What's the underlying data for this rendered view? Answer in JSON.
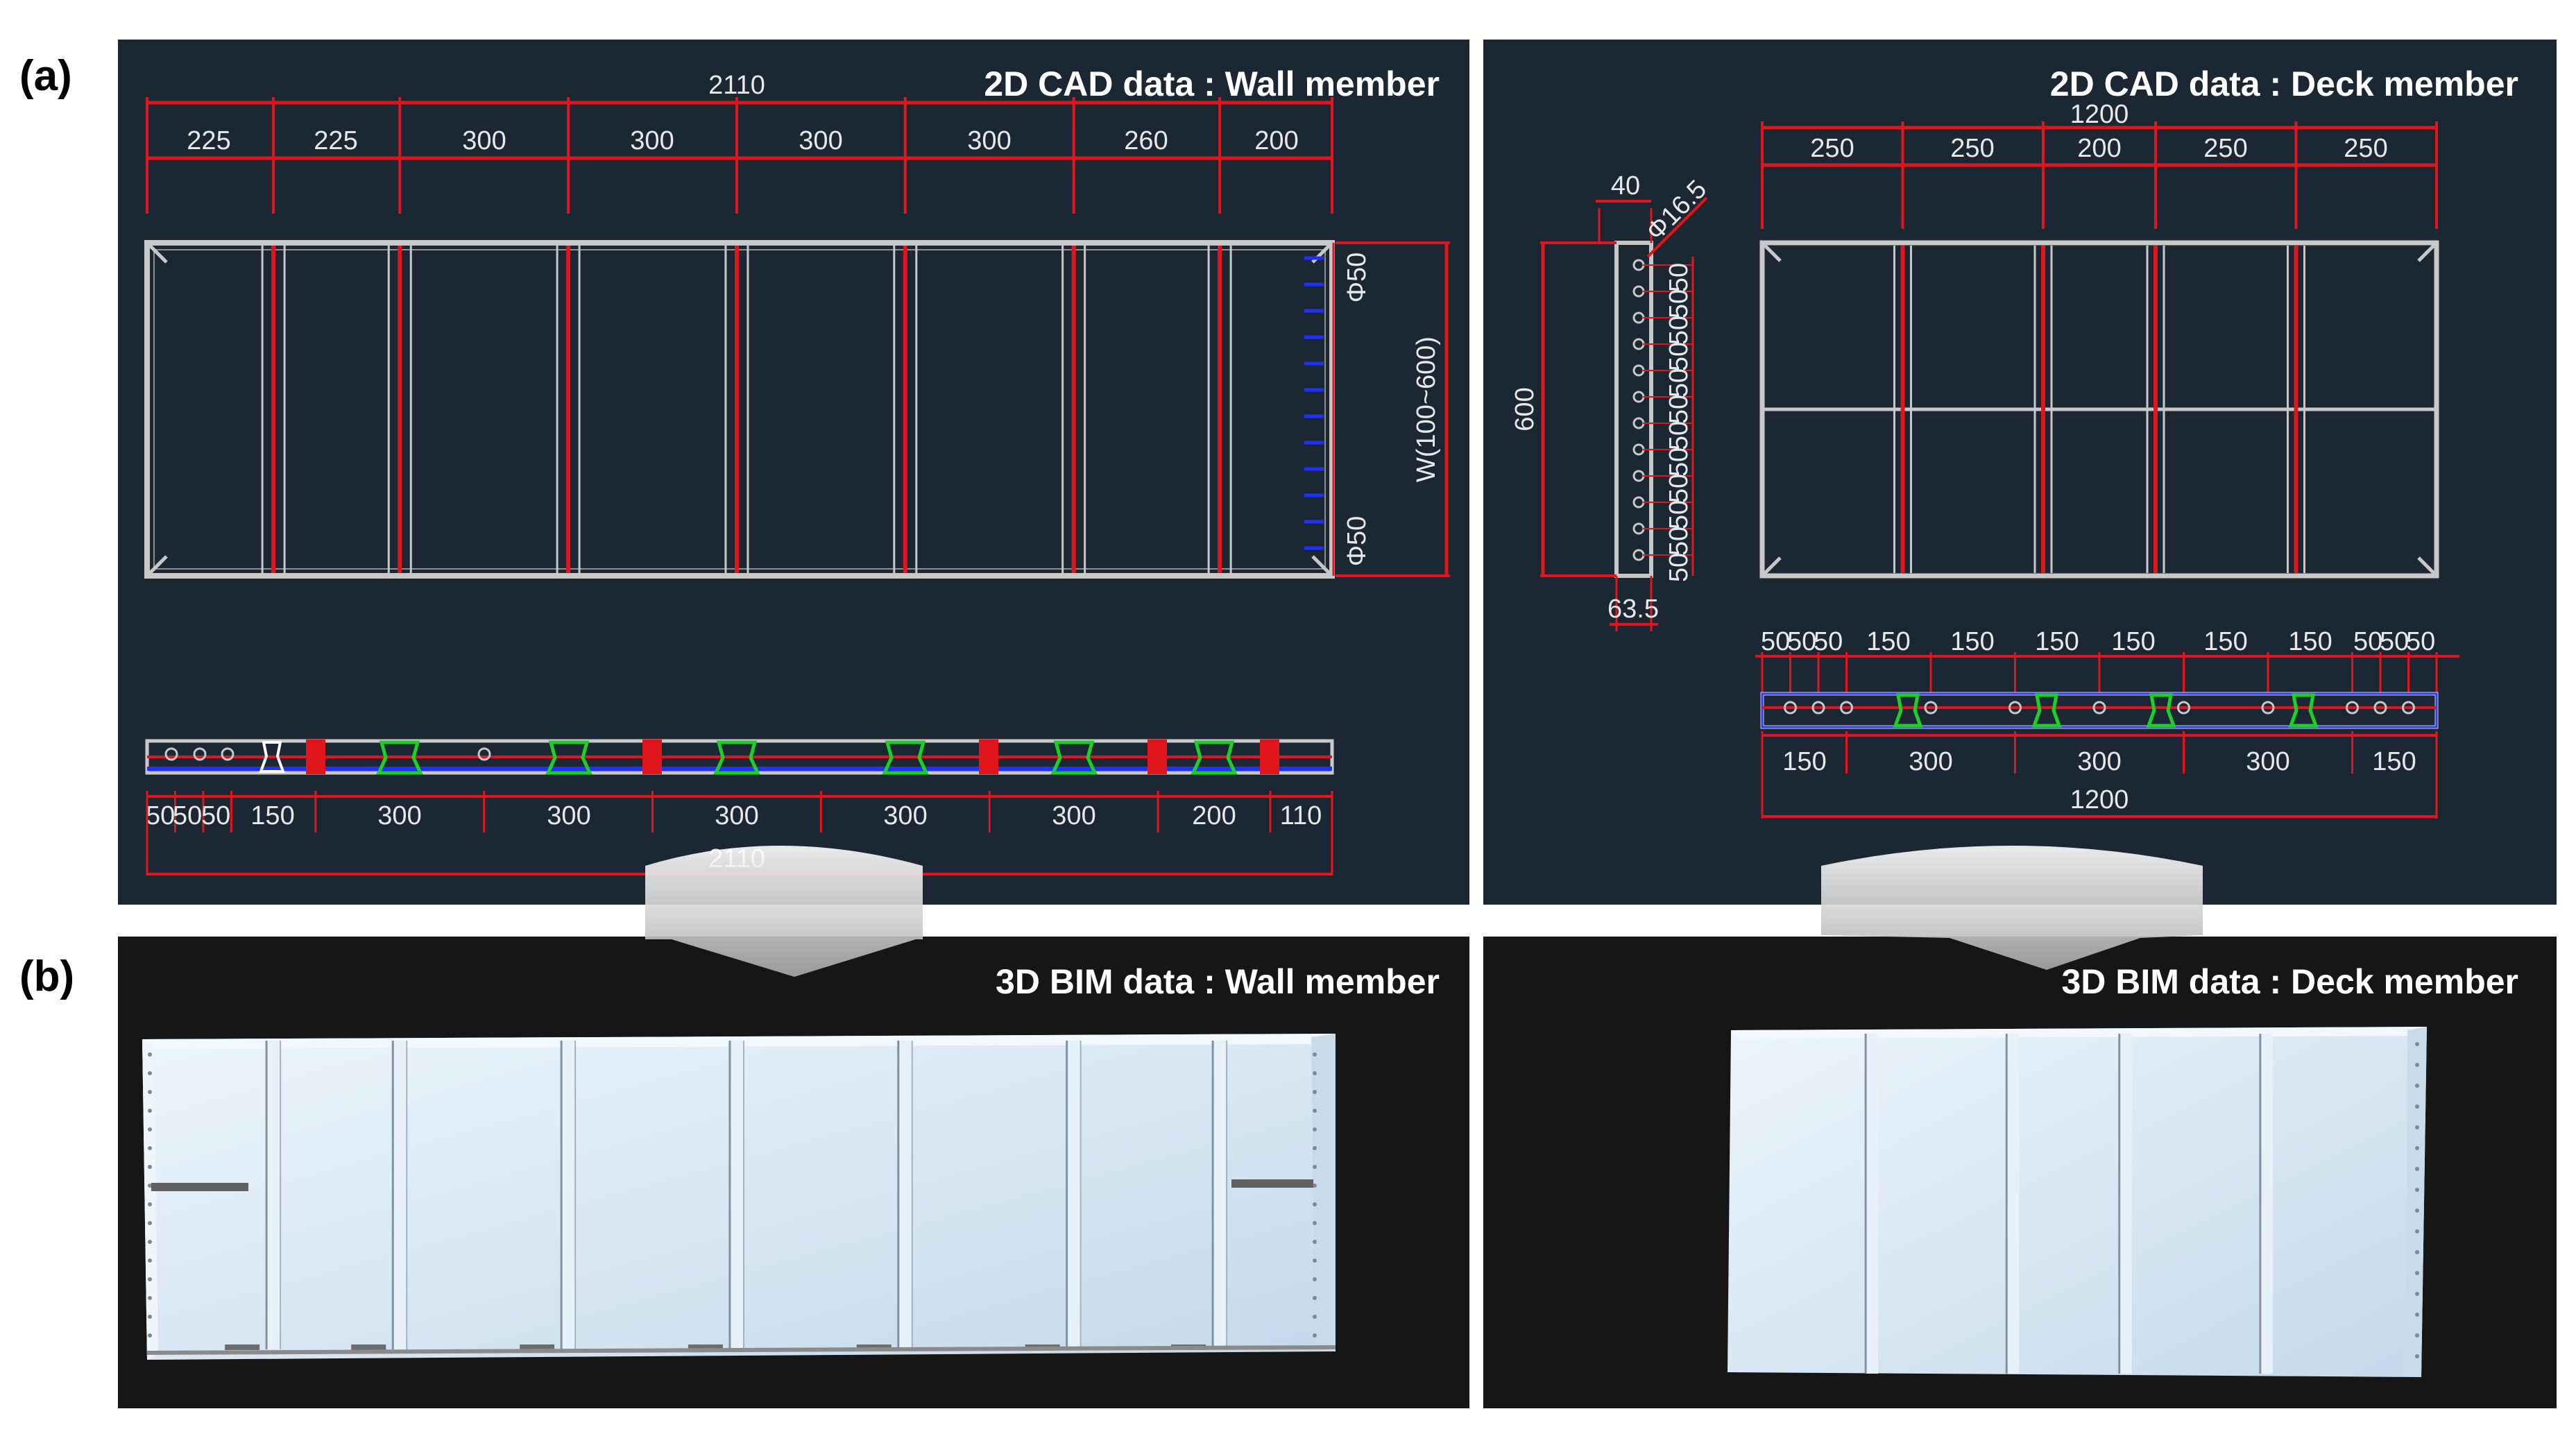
{
  "figure": {
    "label_a": "(a)",
    "label_b": "(b)"
  },
  "wall_cad": {
    "title": "2D CAD data : Wall member",
    "total_top": "2110",
    "top_dims": [
      "225",
      "225",
      "300",
      "300",
      "300",
      "300",
      "260",
      "200"
    ],
    "end_top": "Φ50",
    "end_bottom": "Φ50",
    "width_label": "W(100~600)",
    "bottom_dims": [
      "50",
      "50",
      "50",
      "150",
      "300",
      "300",
      "300",
      "300",
      "300",
      "200",
      "110"
    ],
    "total_bottom": "2110"
  },
  "deck_cad": {
    "title": "2D CAD data : Deck member",
    "total_top": "1200",
    "top_dims": [
      "250",
      "250",
      "200",
      "250",
      "250"
    ],
    "side_width": "40",
    "side_diameter": "Φ16.5",
    "side_height": "600",
    "side_bottom": "63.5",
    "side_pitch": [
      "50",
      "50",
      "50",
      "50",
      "50",
      "50",
      "50",
      "50",
      "50",
      "50",
      "50",
      "50"
    ],
    "hole_dims": [
      "50",
      "50",
      "50",
      "150",
      "150",
      "150",
      "150",
      "150",
      "150",
      "50",
      "50",
      "50"
    ],
    "bottom_dims": [
      "150",
      "300",
      "300",
      "300",
      "150"
    ],
    "total_bottom": "1200"
  },
  "wall_bim": {
    "title": "3D BIM data : Wall member"
  },
  "deck_bim": {
    "title": "3D BIM data : Deck member"
  },
  "colors": {
    "cad_background": "#1b2733",
    "bim_background": "#161616",
    "dimension": "#e0161c",
    "frame": "#c8c8c8",
    "clamp": "#1ecf2a",
    "rail": "#2030ff",
    "panel": "#d5e6f4"
  }
}
